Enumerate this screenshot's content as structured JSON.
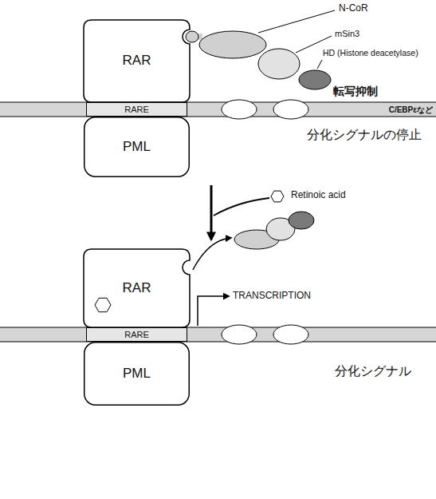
{
  "diagram": {
    "nodes": [
      {
        "text": [
          "RAR"
        ]
      },
      {
        "text": [
          "C/EBPεなど"
        ]
      },
      {
        "text": [
          "RARE"
        ],
        "in": 1
      },
      {
        "text": [
          "PML"
        ]
      },
      {
        "text": [
          "RAR"
        ]
      },
      {
        "text": [
          "RARE"
        ]
      },
      {
        "text": [
          "PML"
        ]
      }
    ],
    "labels": [
      "N-CoR",
      "mSin3",
      "HD (Histone deacetylase)",
      "転写抑制",
      "分化シグナルの停止",
      "Retinoic acid",
      "TRANSCRIPTION",
      "分化シグナル"
    ]
  }
}
